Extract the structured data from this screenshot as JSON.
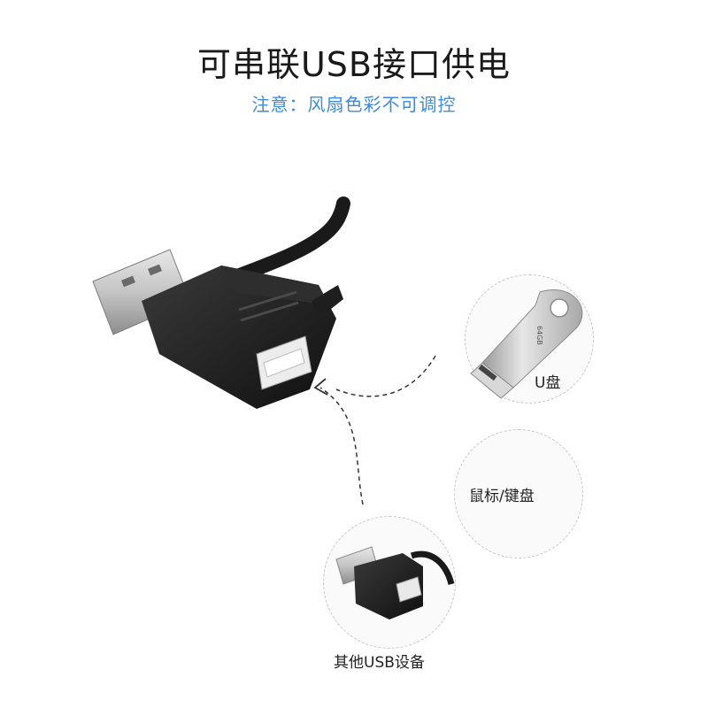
{
  "header": {
    "title": "可串联USB接口供电",
    "subtitle": "注意：风扇色彩不可调控"
  },
  "devices": [
    {
      "label": "U盘",
      "icon": "usb-flash-drive-icon"
    },
    {
      "label": "鼠标/键盘",
      "icon": "none"
    },
    {
      "label": "其他USB设备",
      "icon": "usb-extension-connector-icon"
    }
  ],
  "flash_drive_engraving": "64GB",
  "colors": {
    "title": "#1a1a1a",
    "subtitle": "#3d8bd9",
    "connector": "#1b1b1b",
    "metal": "#c9c9c9"
  }
}
